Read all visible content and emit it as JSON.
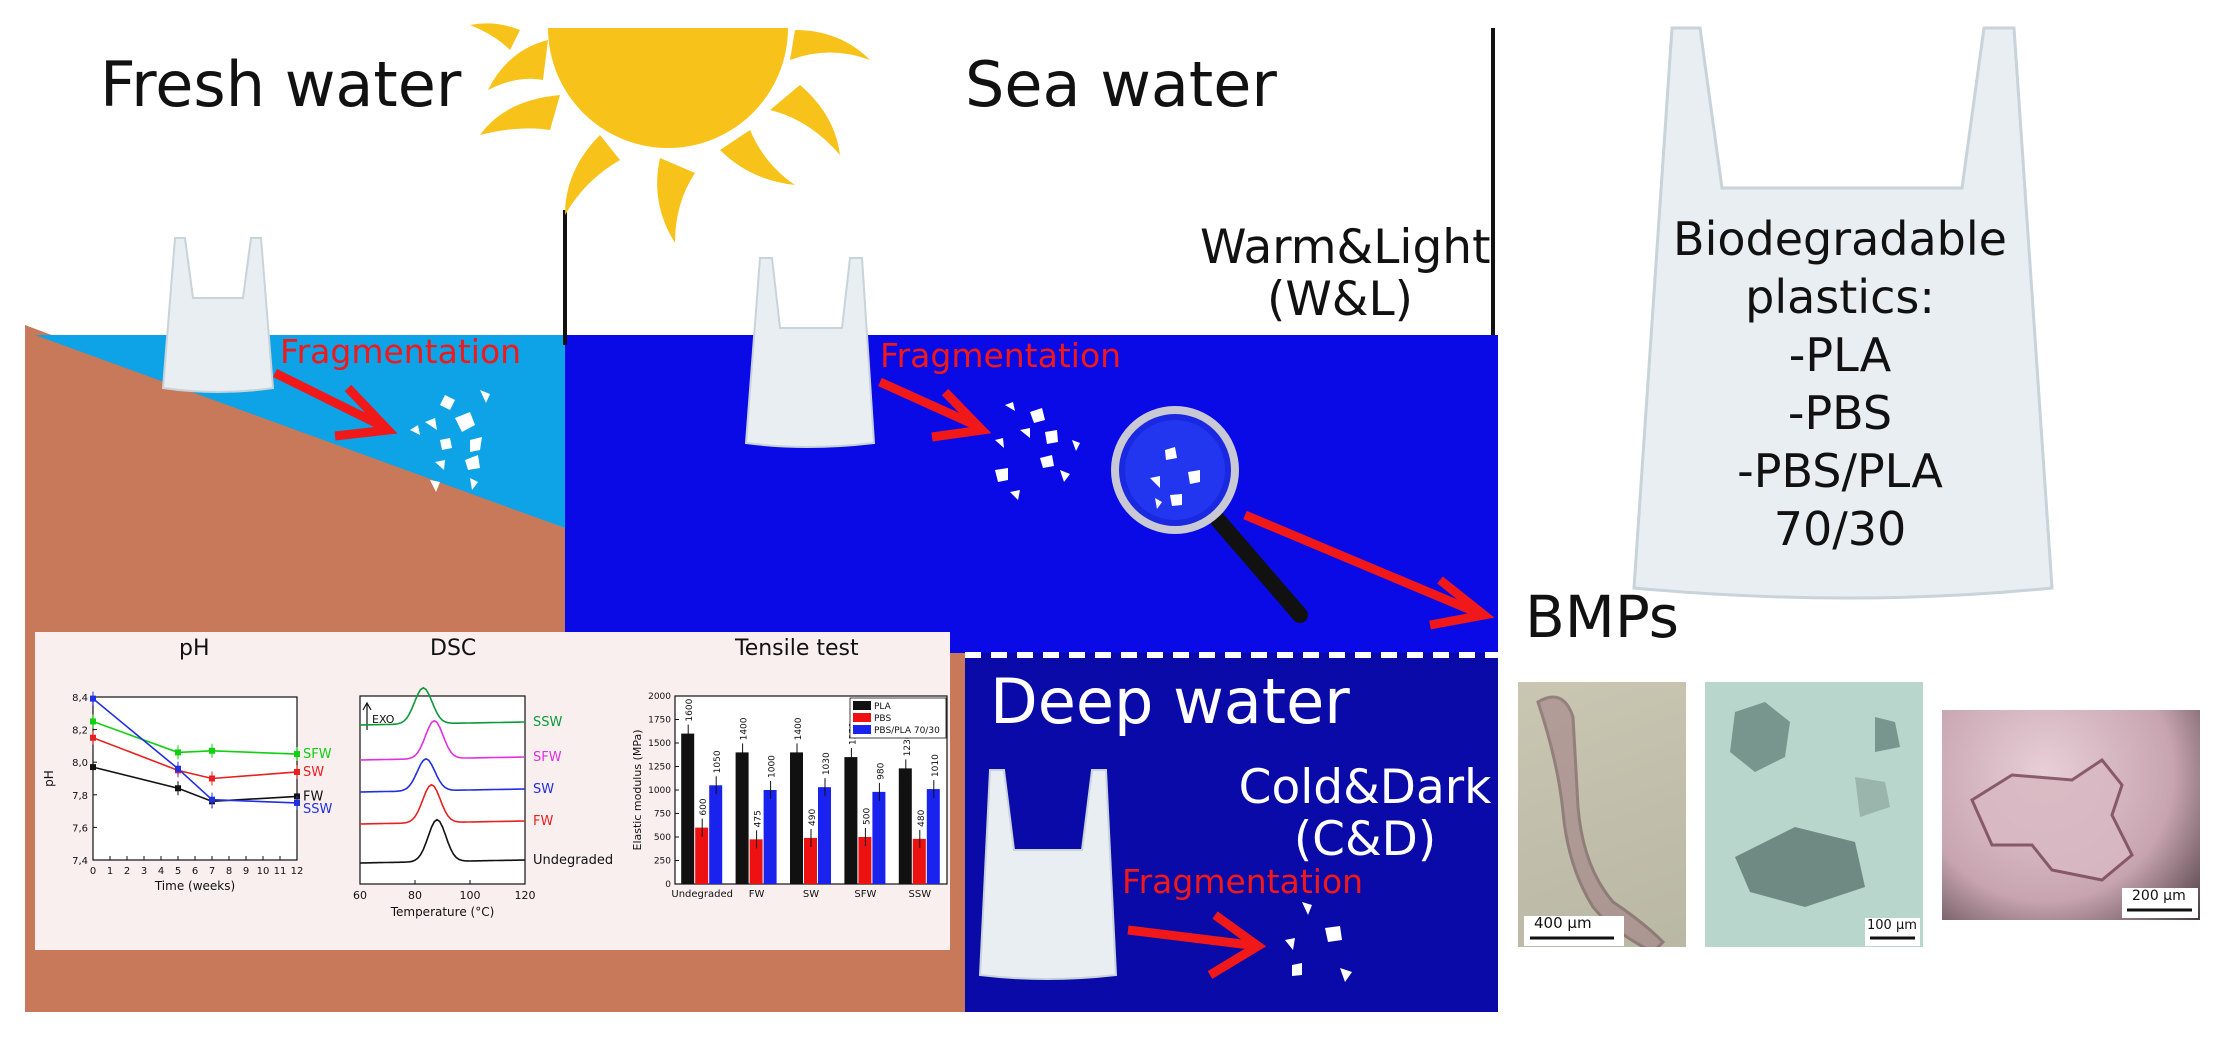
{
  "labels": {
    "fresh_water": "Fresh water",
    "sea_water": "Sea water",
    "warm_light_1": "Warm&Light",
    "warm_light_2": "(W&L)",
    "deep_water": "Deep water",
    "cold_dark_1": "Cold&Dark",
    "cold_dark_2": "(C&D)",
    "fragmentation": "Fragmentation",
    "bmps": "BMPs"
  },
  "bag_text": [
    "Biodegradable",
    "plastics:",
    "-PLA",
    "-PBS",
    "-PBS/PLA",
    "70/30"
  ],
  "colors": {
    "fresh": "#0da3e6",
    "sea": "#0a0ae6",
    "deep": "#0a0aa8",
    "soil": "#c8795a",
    "arrow": "#f01818",
    "sun": "#f7c31a"
  },
  "scale_bars": [
    "400 μm",
    "100 μm",
    "200 μm"
  ],
  "chart_data": [
    {
      "type": "line",
      "title": "pH",
      "xlabel": "Time (weeks)",
      "ylabel": "pH",
      "xlim": [
        0,
        12
      ],
      "ylim": [
        7.4,
        8.4
      ],
      "xticks": [
        "0",
        "1",
        "2",
        "3",
        "4",
        "5",
        "6",
        "7",
        "8",
        "9",
        "10",
        "11",
        "12"
      ],
      "yticks": [
        "7,4",
        "7,6",
        "7,8",
        "8,0",
        "8,2",
        "8,4"
      ],
      "x": [
        0,
        5,
        7,
        12
      ],
      "series": [
        {
          "name": "SFW",
          "color": "#10d010",
          "values": [
            8.25,
            8.06,
            8.07,
            8.05
          ]
        },
        {
          "name": "SW",
          "color": "#e82020",
          "values": [
            8.15,
            7.95,
            7.9,
            7.94
          ]
        },
        {
          "name": "FW",
          "color": "#111111",
          "values": [
            7.97,
            7.84,
            7.76,
            7.79
          ]
        },
        {
          "name": "SSW",
          "color": "#2030e0",
          "values": [
            8.39,
            7.96,
            7.77,
            7.75
          ]
        }
      ]
    },
    {
      "type": "line",
      "title": "DSC",
      "xlabel": "Temperature (°C)",
      "annotation": "EXO",
      "xlim": [
        60,
        120
      ],
      "xticks": [
        "60",
        "80",
        "100",
        "120"
      ],
      "series": [
        {
          "name": "SSW",
          "color": "#0a9a3a"
        },
        {
          "name": "SFW",
          "color": "#e030e0"
        },
        {
          "name": "SW",
          "color": "#2030e0"
        },
        {
          "name": "FW",
          "color": "#e82020"
        },
        {
          "name": "Undegraded",
          "color": "#111111"
        }
      ]
    },
    {
      "type": "bar",
      "title": "Tensile  test",
      "ylabel": "Elastic modulus (MPa)",
      "ylim": [
        0,
        2000
      ],
      "yticks": [
        "0",
        "250",
        "500",
        "750",
        "1000",
        "1250",
        "1500",
        "1750",
        "2000"
      ],
      "categories": [
        "Undegraded",
        "FW",
        "SW",
        "SFW",
        "SSW"
      ],
      "series": [
        {
          "name": "PLA",
          "color": "#111111",
          "values": [
            1600,
            1400,
            1400,
            1350,
            1230
          ]
        },
        {
          "name": "PBS",
          "color": "#ee1111",
          "values": [
            600,
            475,
            490,
            500,
            480
          ]
        },
        {
          "name": "PBS/PLA 70/30",
          "color": "#1a22ee",
          "values": [
            1050,
            1000,
            1030,
            980,
            1010
          ]
        }
      ]
    }
  ]
}
